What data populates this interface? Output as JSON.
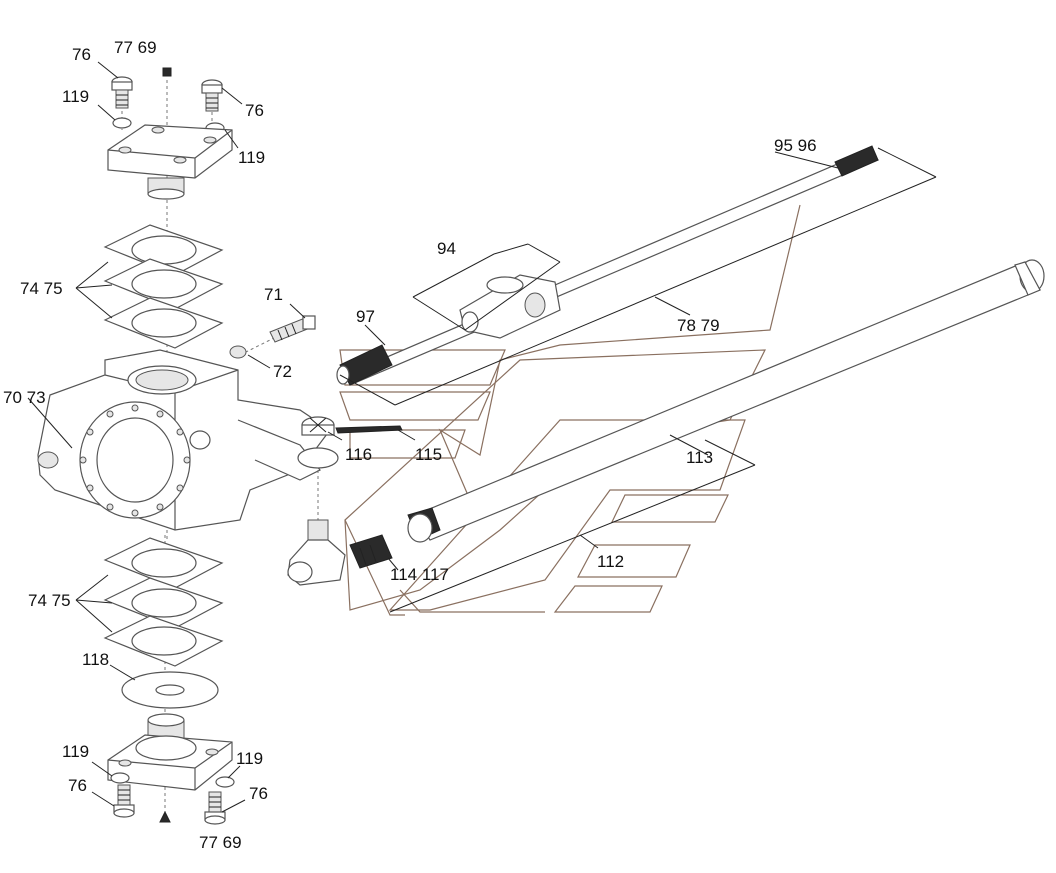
{
  "labels": {
    "l_77_69_top": "77  69",
    "l_76_top_left": "76",
    "l_119_top_left": "119",
    "l_76_top_right": "76",
    "l_119_top_right": "119",
    "l_74_75_upper": "74 75",
    "l_71": "71",
    "l_72": "72",
    "l_70_73": "70 73",
    "l_94": "94",
    "l_95_96": "95  96",
    "l_97": "97",
    "l_78_79": "78 79",
    "l_116": "116",
    "l_115": "115",
    "l_113": "113",
    "l_112": "112",
    "l_114_117": "114 117",
    "l_74_75_lower": "74 75",
    "l_118": "118",
    "l_119_bottom_left": "119",
    "l_119_bottom_right": "119",
    "l_76_bottom_left": "76",
    "l_76_bottom_right": "76",
    "l_77_69_bottom": "77  69"
  }
}
